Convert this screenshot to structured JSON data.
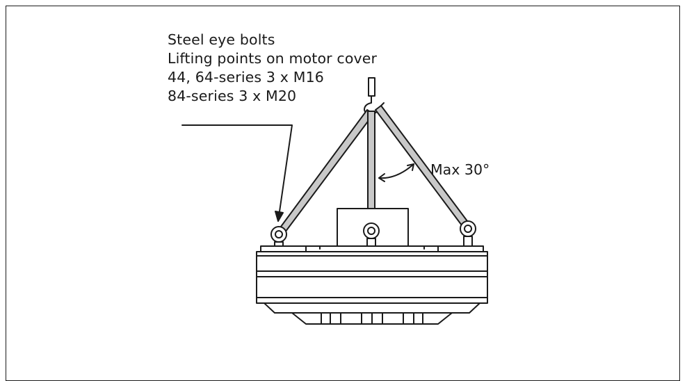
{
  "callout": {
    "line1": "Steel eye bolts",
    "line2": "Lifting points on motor cover",
    "line3": "44, 64-series 3 x M16",
    "line4": "84-series 3 x M20"
  },
  "angle_label": "Max 30°",
  "colors": {
    "stroke": "#1a1a1a",
    "sling": "#c8c8c8",
    "background": "#ffffff"
  }
}
